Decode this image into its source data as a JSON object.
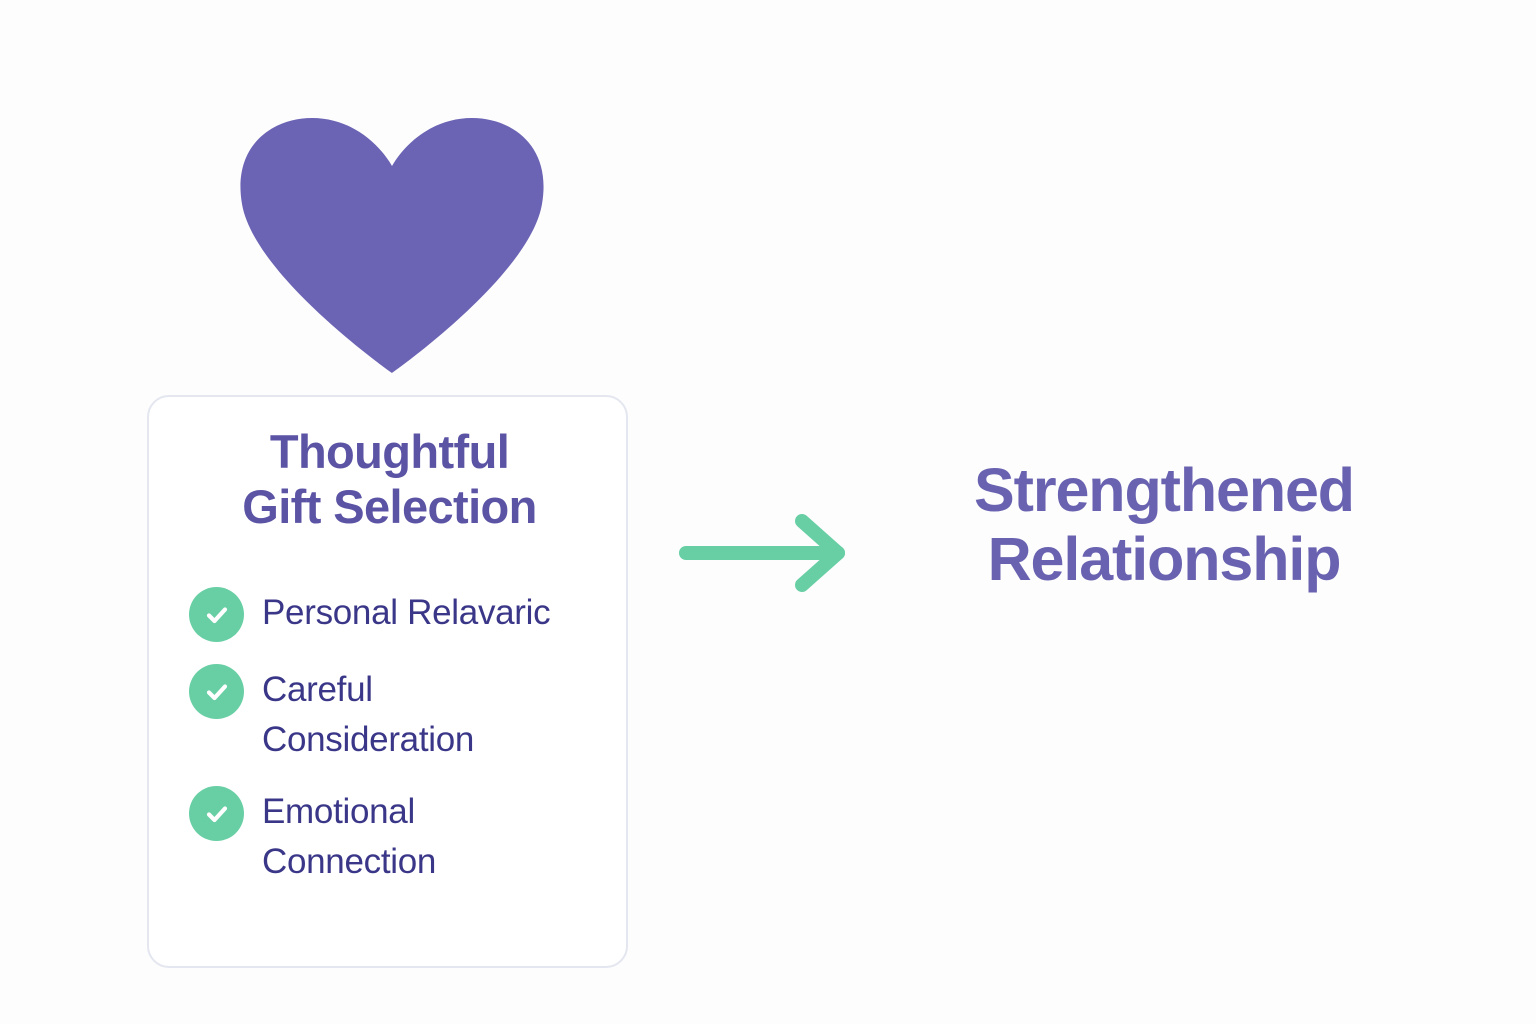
{
  "colors": {
    "background": "#fdfdfd",
    "heart_purple": "#6b63b4",
    "title_purple": "#5b53a4",
    "outcome_purple": "#6962b0",
    "list_text_indigo": "#3b3788",
    "accent_green": "#68cfa5",
    "card_border": "#e4e6f0",
    "card_background": "#ffffff",
    "check_mark": "#ffffff"
  },
  "icons": {
    "heart": "heart-icon",
    "arrow": "arrow-right-icon",
    "check": "check-icon"
  },
  "card": {
    "title": "Thoughtful\nGift Selection",
    "items": [
      {
        "label": "Personal\nRelavaric"
      },
      {
        "label": "Careful\nConsideration"
      },
      {
        "label": "Emotional\nConnection"
      }
    ]
  },
  "outcome": {
    "heading": "Strengthened\nRelationship"
  }
}
